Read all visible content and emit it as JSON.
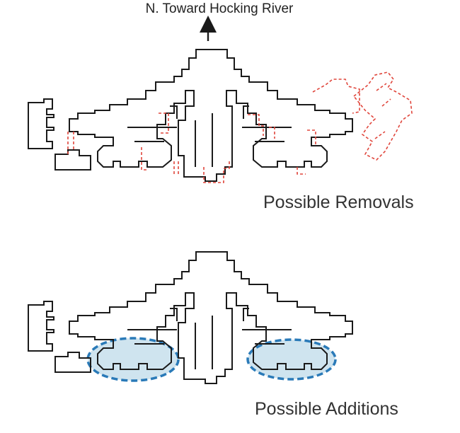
{
  "header": {
    "north_label": "N. Toward Hocking River"
  },
  "panels": {
    "removals": {
      "label": "Possible Removals"
    },
    "additions": {
      "label": "Possible Additions"
    }
  },
  "colors": {
    "wall": "#1a1a1a",
    "removal_outline": "#e0463c",
    "addition_stroke": "#2a7ab8",
    "addition_fill": "#cfe4ef",
    "text": "#222222"
  },
  "icons": {
    "north_arrow": "arrow-up-icon"
  }
}
